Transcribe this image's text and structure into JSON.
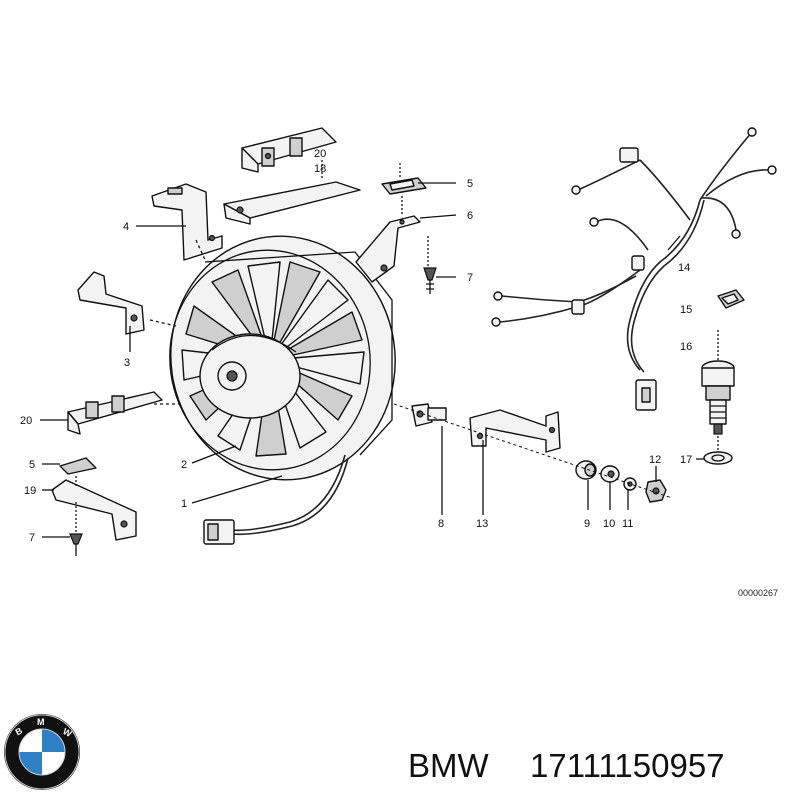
{
  "callouts": [
    {
      "id": "c20a",
      "text": "20"
    },
    {
      "id": "c18",
      "text": "18"
    },
    {
      "id": "c5a",
      "text": "5"
    },
    {
      "id": "c4",
      "text": "4"
    },
    {
      "id": "c6",
      "text": "6"
    },
    {
      "id": "c7a",
      "text": "7"
    },
    {
      "id": "c14",
      "text": "14"
    },
    {
      "id": "c15",
      "text": "15"
    },
    {
      "id": "c3",
      "text": "3"
    },
    {
      "id": "c16",
      "text": "16"
    },
    {
      "id": "c20b",
      "text": "20"
    },
    {
      "id": "c17",
      "text": "17"
    },
    {
      "id": "c12",
      "text": "12"
    },
    {
      "id": "c2",
      "text": "2"
    },
    {
      "id": "c5b",
      "text": "5"
    },
    {
      "id": "c19",
      "text": "19"
    },
    {
      "id": "c1",
      "text": "1"
    },
    {
      "id": "c8",
      "text": "8"
    },
    {
      "id": "c13",
      "text": "13"
    },
    {
      "id": "c9",
      "text": "9"
    },
    {
      "id": "c10",
      "text": "10"
    },
    {
      "id": "c11",
      "text": "11"
    },
    {
      "id": "c7b",
      "text": "7"
    }
  ],
  "diagram_ref": "00000267",
  "brand": "BMW",
  "part_number": "17111150957",
  "logo": {
    "text": "BMW",
    "colors": {
      "blue": "#2f7fc4",
      "ring": "#111111",
      "white": "#ffffff"
    }
  }
}
